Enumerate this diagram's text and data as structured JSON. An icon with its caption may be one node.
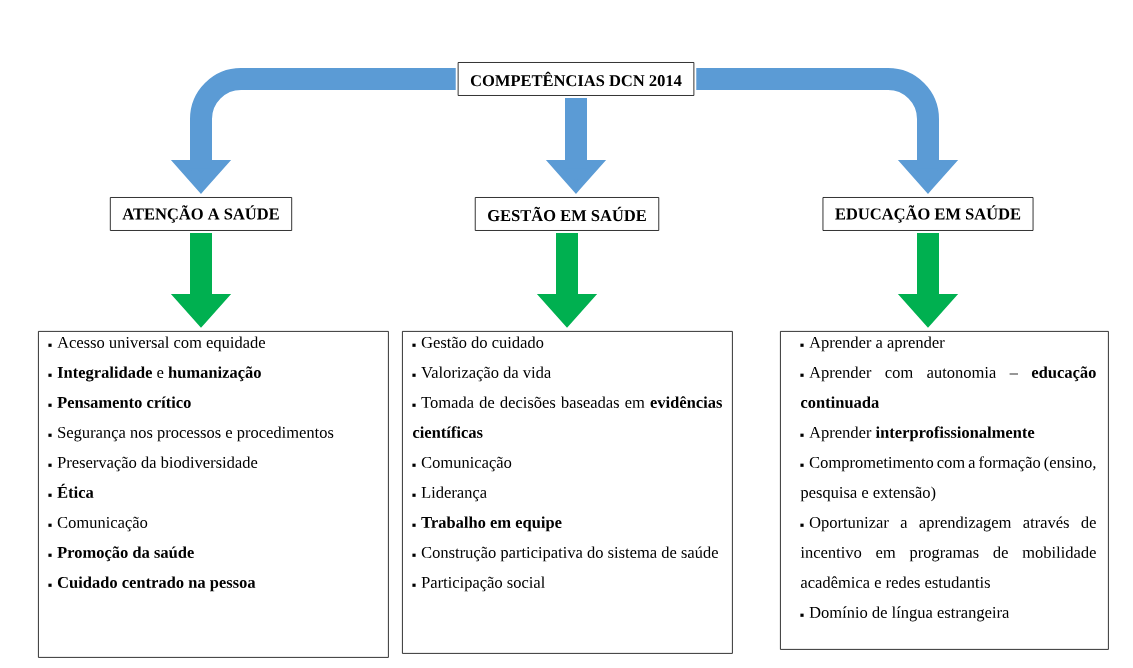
{
  "diagram": {
    "nodes": [
      {
        "text": [
          "COMPETÊNCIAS DCN 2014"
        ]
      },
      {
        "text": [
          "ATENÇÃO A SAÚDE"
        ]
      },
      {
        "text": [
          "GESTÃO EM SAÚDE"
        ]
      },
      {
        "text": [
          "EDUCAÇÃO EM SAÚDE"
        ]
      },
      {
        "text": [
          "Acesso universal com equidade",
          "**Integralidade** e **humanização**",
          "**Pensamento crítico**",
          "Segurança nos processos e procedimentos",
          "Preservação da biodiversidade",
          "**Ética**",
          "Comunicação",
          "**Promoção da saúde**",
          "**Cuidado centrado na pessoa**"
        ]
      },
      {
        "text": [
          "Gestão do cuidado",
          "Valorização da vida",
          "Tomada de decisões baseadas em **evidências científicas**",
          "Comunicação",
          "Liderança",
          "**Trabalho em equipe**",
          "Construção participativa do sistema de saúde",
          "Participação social"
        ]
      },
      {
        "text": [
          "Aprender a aprender",
          "Aprender com autonomia – **educação continuada**",
          "Aprender **interprofissionalmente**",
          "Comprometimento com a formação (ensino, pesquisa e extensão)",
          "Oportunizar a aprendizagem através de incentivo em programas de mobilidade acadêmica e redes estudantis",
          "Domínio de língua estrangeira"
        ]
      }
    ],
    "edges": [
      {
        "from": 0,
        "to": 1,
        "arrow": "to",
        "color": "#5b9bd5"
      },
      {
        "from": 0,
        "to": 2,
        "arrow": "to",
        "color": "#5b9bd5"
      },
      {
        "from": 0,
        "to": 3,
        "arrow": "to",
        "color": "#5b9bd5"
      },
      {
        "from": 1,
        "to": 4,
        "arrow": "to",
        "color": "#00b050"
      },
      {
        "from": 2,
        "to": 5,
        "arrow": "to",
        "color": "#00b050"
      },
      {
        "from": 3,
        "to": 6,
        "arrow": "to",
        "color": "#00b050"
      }
    ]
  }
}
